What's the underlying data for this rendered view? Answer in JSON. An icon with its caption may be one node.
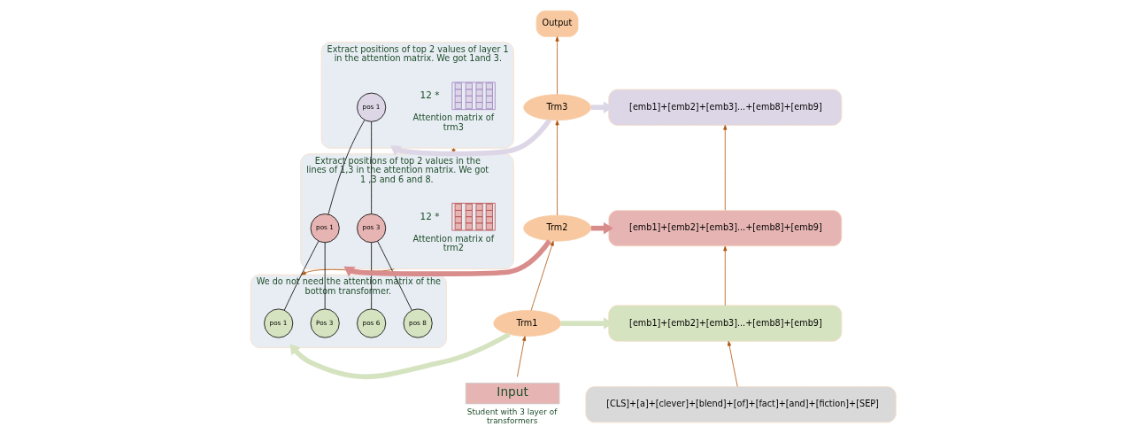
{
  "diagram": {
    "nodes": [
      {
        "text": [
          "Extract positions of top 2 values of layer 1 in the attention matrix. We got 1and 3."
        ]
      },
      {
        "text": [
          "pos 1"
        ],
        "in": 0
      },
      {
        "text": [
          "12 *",
          "Attention matrix of trm3"
        ],
        "in": 0
      },
      {
        "text": [
          "Extract positions of top 2 values in the lines of 1,3 in the attention matrix. We got 1 ,3 and 6 and 8."
        ]
      },
      {
        "text": [
          "pos 1"
        ],
        "in": 3
      },
      {
        "text": [
          "pos 3"
        ],
        "in": 3
      },
      {
        "text": [
          "12 *",
          "Attention matrix of trm2"
        ],
        "in": 3
      },
      {
        "text": [
          "We do not need the attention matrix of the bottom transformer."
        ]
      },
      {
        "text": [
          "pos 1"
        ],
        "in": 7
      },
      {
        "text": [
          "Pos 3"
        ],
        "in": 7
      },
      {
        "text": [
          "pos 6"
        ],
        "in": 7
      },
      {
        "text": [
          "pos 8"
        ],
        "in": 7
      },
      {
        "text": [
          "Output"
        ]
      },
      {
        "text": [
          "Trm3"
        ]
      },
      {
        "text": [
          "[emb1]+[emb2]+[emb3]...+[emb8]+[emb9]"
        ]
      },
      {
        "text": [
          "Trm2"
        ]
      },
      {
        "text": [
          "[emb1]+[emb2]+[emb3]...+[emb8]+[emb9]"
        ]
      },
      {
        "text": [
          "Trm1"
        ]
      },
      {
        "text": [
          "[emb1]+[emb2]+[emb3]...+[emb8]+[emb9]"
        ]
      },
      {
        "text": [
          "Input"
        ],
        "beside": [
          "Student with 3 layer of transformers"
        ]
      },
      {
        "text": [
          "[CLS]+[a]+[clever]+[blend]+[of]+[fact]+[and]+[fiction]+[SEP]"
        ]
      }
    ],
    "edges": [
      {
        "from": 0,
        "to": 3,
        "arrow": "to"
      },
      {
        "from": 3,
        "to": 7,
        "arrow": "to"
      },
      {
        "from": 4,
        "to": 1,
        "arrow": "none",
        "color": "#000000"
      },
      {
        "from": 5,
        "to": 1,
        "arrow": "none",
        "color": "#000000"
      },
      {
        "from": 8,
        "to": 4,
        "arrow": "none",
        "color": "#000000"
      },
      {
        "from": 9,
        "to": 4,
        "arrow": "none",
        "color": "#000000"
      },
      {
        "from": 10,
        "to": 5,
        "arrow": "none",
        "color": "#000000"
      },
      {
        "from": 11,
        "to": 5,
        "arrow": "none",
        "color": "#000000"
      },
      {
        "from": 19,
        "to": 17,
        "arrow": "to"
      },
      {
        "from": 17,
        "to": 15,
        "arrow": "to"
      },
      {
        "from": 15,
        "to": 13,
        "arrow": "to"
      },
      {
        "from": 13,
        "to": 12,
        "arrow": "to"
      },
      {
        "from": 13,
        "to": 0,
        "arrow": "to",
        "style": "thick",
        "color": "#ddd6e6"
      },
      {
        "from": 13,
        "to": 14,
        "arrow": "to",
        "style": "thick",
        "color": "#ddd6e6"
      },
      {
        "from": 15,
        "to": 3,
        "arrow": "to",
        "style": "thick",
        "color": "#d98c8c"
      },
      {
        "from": 15,
        "to": 16,
        "arrow": "to",
        "style": "thick",
        "color": "#d98c8c"
      },
      {
        "from": 17,
        "to": 7,
        "arrow": "to",
        "style": "thick",
        "color": "#d6e3c0"
      },
      {
        "from": 17,
        "to": 18,
        "arrow": "to",
        "style": "thick",
        "color": "#d6e3c0"
      },
      {
        "from": 20,
        "to": 18,
        "arrow": "to"
      },
      {
        "from": 18,
        "to": 16,
        "arrow": "to"
      },
      {
        "from": 16,
        "to": 14,
        "arrow": "to"
      }
    ]
  }
}
